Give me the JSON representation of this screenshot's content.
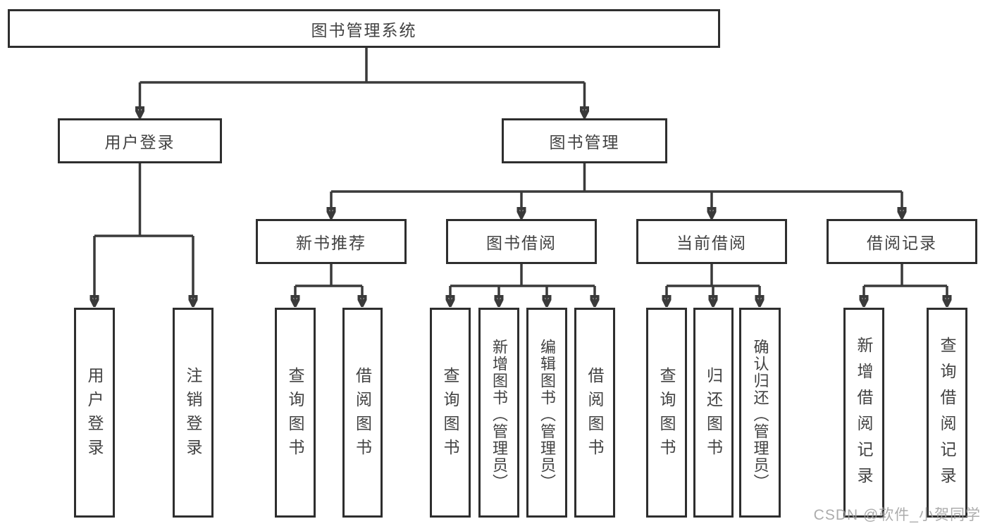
{
  "diagram": {
    "title": "图书管理系统",
    "root": {
      "label": "图书管理系统"
    },
    "branches": [
      {
        "label": "用户登录",
        "children": [
          {
            "label": "用户登录"
          },
          {
            "label": "注销登录"
          }
        ]
      },
      {
        "label": "图书管理",
        "children": [
          {
            "label": "新书推荐",
            "children": [
              {
                "label": "查询图书"
              },
              {
                "label": "借阅图书"
              }
            ]
          },
          {
            "label": "图书借阅",
            "children": [
              {
                "label": "查询图书"
              },
              {
                "label": "新增图书（管理员）"
              },
              {
                "label": "编辑图书（管理员）"
              },
              {
                "label": "借阅图书"
              }
            ]
          },
          {
            "label": "当前借阅",
            "children": [
              {
                "label": "查询图书"
              },
              {
                "label": "归还图书"
              },
              {
                "label": "确认归还（管理员）"
              }
            ]
          },
          {
            "label": "借阅记录",
            "children": [
              {
                "label": "新增借阅记录"
              },
              {
                "label": "查询借阅记录"
              }
            ]
          }
        ]
      }
    ]
  },
  "watermark": {
    "text": "CSDN @软件_小贺同学"
  },
  "colors": {
    "line": "#3a3a3a",
    "box_border": "#2e2e2e",
    "text": "#424242",
    "watermark": "#9e9e9e",
    "background": "#ffffff"
  }
}
